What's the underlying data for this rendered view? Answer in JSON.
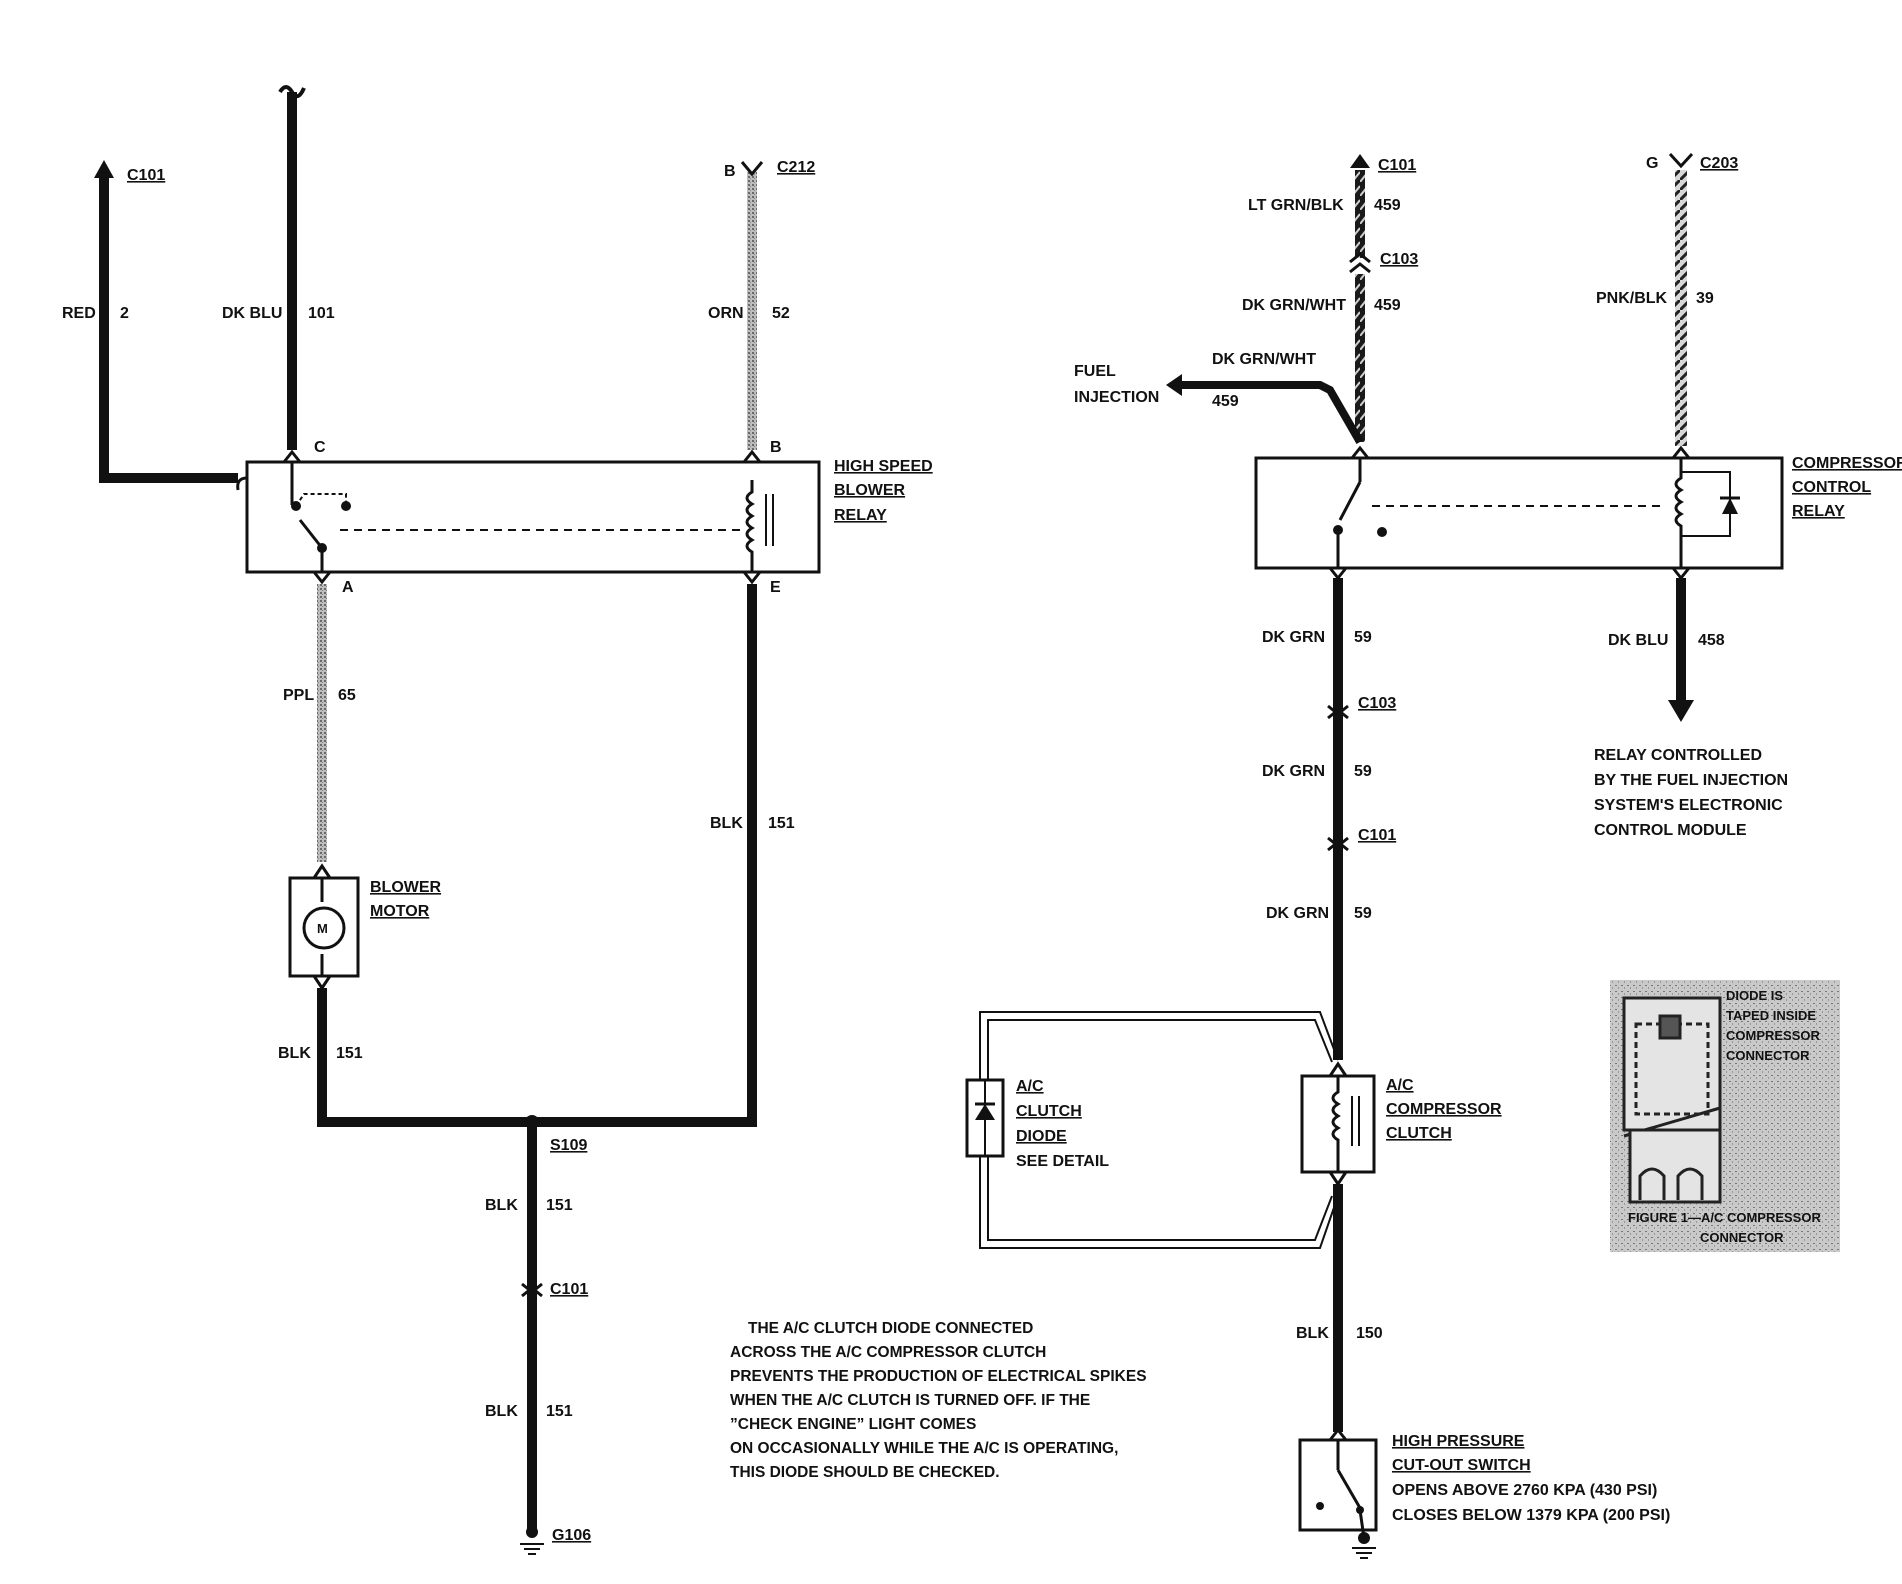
{
  "left_circuit": {
    "wires": {
      "red": {
        "color": "RED",
        "circuit": "2",
        "connector": "C101"
      },
      "dk_blu": {
        "color": "DK BLU",
        "circuit": "101"
      },
      "orn": {
        "color": "ORN",
        "circuit": "52",
        "pin": "B",
        "connector": "C212"
      },
      "ppl": {
        "color": "PPL",
        "circuit": "65"
      },
      "blk_relay": {
        "color": "BLK",
        "circuit": "151"
      },
      "blk_motor": {
        "color": "BLK",
        "circuit": "151"
      },
      "blk_ground_upper": {
        "color": "BLK",
        "circuit": "151"
      },
      "blk_ground_lower": {
        "color": "BLK",
        "circuit": "151"
      }
    },
    "relay": {
      "line1": "HIGH SPEED",
      "line2": "BLOWER",
      "line3": "RELAY",
      "pin_c": "C",
      "pin_b": "B",
      "pin_a": "A",
      "pin_e": "E"
    },
    "motor": {
      "line1": "BLOWER",
      "line2": "MOTOR",
      "symbol": "M"
    },
    "splice": "S109",
    "connector_lower": "C101",
    "ground": "G106"
  },
  "right_circuit": {
    "top_left": {
      "connector": "C101",
      "color": "LT GRN/BLK",
      "circuit": "459",
      "inline_connector": "C103",
      "color2": "DK GRN/WHT",
      "circuit2": "459"
    },
    "fuel_injection": {
      "line1": "FUEL",
      "line2": "INJECTION",
      "color": "DK GRN/WHT",
      "circuit": "459"
    },
    "top_right": {
      "pin": "G",
      "connector": "C203",
      "color": "PNK/BLK",
      "circuit": "39"
    },
    "relay": {
      "line1": "COMPRESSOR",
      "line2": "CONTROL",
      "line3": "RELAY"
    },
    "output": {
      "color": "DK BLU",
      "circuit": "458",
      "note": [
        "RELAY CONTROLLED",
        "BY THE FUEL INJECTION",
        "SYSTEM'S ELECTRONIC",
        "CONTROL MODULE"
      ]
    },
    "dk_grn_1": {
      "color": "DK GRN",
      "circuit": "59"
    },
    "connector_c103": "C103",
    "dk_grn_2": {
      "color": "DK GRN",
      "circuit": "59"
    },
    "connector_c101": "C101",
    "dk_grn_3": {
      "color": "DK GRN",
      "circuit": "59"
    },
    "clutch": {
      "line1": "A/C",
      "line2": "COMPRESSOR",
      "line3": "CLUTCH"
    },
    "diode": {
      "line1": "A/C",
      "line2": "CLUTCH",
      "line3": "DIODE",
      "line4": "SEE DETAIL"
    },
    "blk_150": {
      "color": "BLK",
      "circuit": "150"
    },
    "switch": {
      "line1": "HIGH PRESSURE",
      "line2": "CUT-OUT SWITCH",
      "line3": "OPENS ABOVE 2760  KPA (430 PSI)",
      "line4": "CLOSES BELOW 1379 KPA (200 PSI)"
    }
  },
  "detail_figure": {
    "callout": [
      "DIODE IS",
      "TAPED INSIDE",
      "COMPRESSOR",
      "CONNECTOR"
    ],
    "caption_line1": "FIGURE 1—A/C COMPRESSOR",
    "caption_line2": "CONNECTOR"
  },
  "explanation": [
    "THE A/C CLUTCH DIODE CONNECTED",
    "ACROSS THE A/C COMPRESSOR CLUTCH",
    "PREVENTS THE PRODUCTION OF ELECTRICAL SPIKES",
    "WHEN THE A/C CLUTCH IS TURNED OFF. IF THE",
    "”CHECK ENGINE” LIGHT COMES",
    "ON OCCASIONALLY WHILE THE A/C IS OPERATING,",
    "THIS DIODE SHOULD BE CHECKED."
  ]
}
